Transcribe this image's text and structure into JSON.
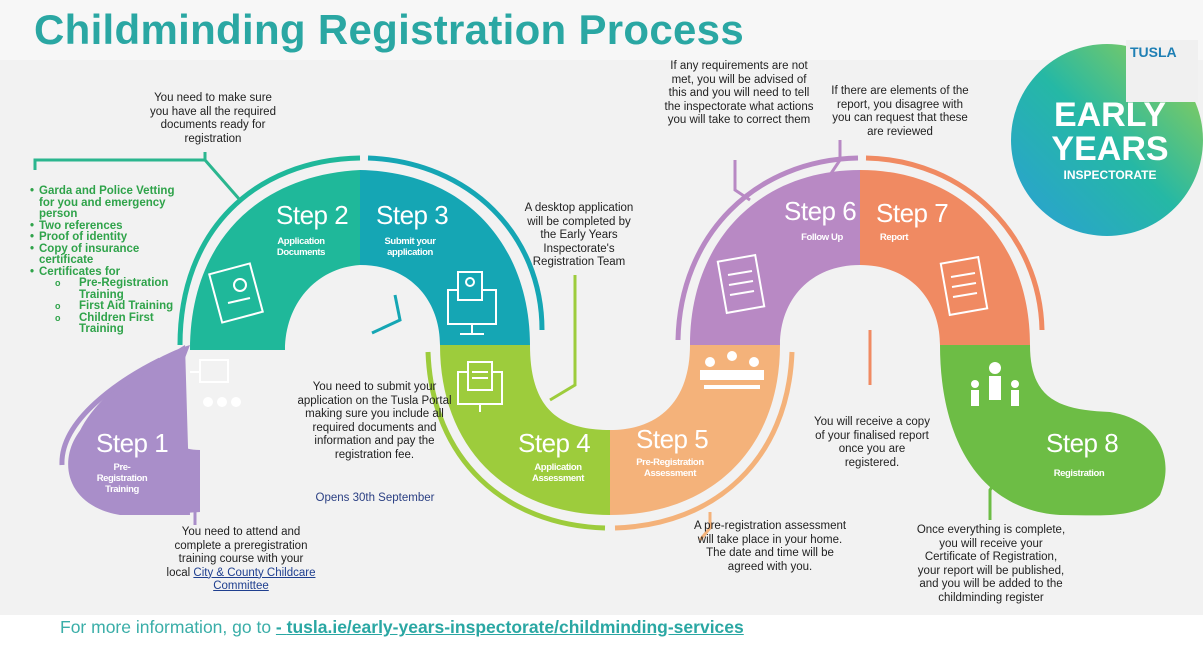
{
  "title": "Childminding Registration Process",
  "requirements": {
    "items": [
      "Garda and Police Vetting for you and emergency person",
      "Two references",
      "Proof of identity",
      "Copy of insurance certificate",
      "Certificates for"
    ],
    "certificates": [
      "Pre-Registration Training",
      "First Aid Training",
      "Children First Training"
    ]
  },
  "steps": [
    {
      "num": "Step 1",
      "name": "Pre-Registration Training",
      "color": "#a98ec9"
    },
    {
      "num": "Step 2",
      "name": "Application Documents",
      "color": "#1fb89a"
    },
    {
      "num": "Step 3",
      "name": "Submit your application",
      "color": "#15a6b4"
    },
    {
      "num": "Step 4",
      "name": "Application Assessment",
      "color": "#9dcc3c"
    },
    {
      "num": "Step 5",
      "name": "Pre-Registration Assessment",
      "color": "#f4b27a"
    },
    {
      "num": "Step 6",
      "name": "Follow Up",
      "color": "#b889c4"
    },
    {
      "num": "Step 7",
      "name": "Report",
      "color": "#f08a62"
    },
    {
      "num": "Step 8",
      "name": "Registration",
      "color": "#6dbd45"
    }
  ],
  "notes": {
    "step1_a": "You need to attend and complete a preregistration training course with your local",
    "step1_link": "City & County Childcare Committee",
    "step2": "You need to make sure you have all the required documents ready for registration",
    "step3": "You need to submit your application on the Tusla Portal making sure you include all required documents and information and pay the registration fee.",
    "step3_opens": "Opens 30th September",
    "step4": "A desktop application will be completed by the Early Years Inspectorate's Registration Team",
    "step5": "A pre-registration assessment will take place in your home. The date and time will be agreed with you.",
    "step6": "If any requirements are not met, you will be advised of this and you will need to tell the inspectorate what actions you will take to correct them",
    "step7": "If there are elements of the report, you disagree with you can request that these are reviewed",
    "step7b": "You will receive a copy of your finalised report once you are registered.",
    "step8": "Once everything is complete, you will receive your Certificate of Registration, your report will be published, and you will be added to the childminding register"
  },
  "footer": {
    "prefix": "For more information, go to ",
    "dash": "- ",
    "link": "tusla.ie/early-years-inspectorate/childminding-services"
  },
  "logo": {
    "brand": "TUSLA",
    "line1": "EARLY",
    "line2": "YEARS",
    "line3": "INSPECTORATE"
  },
  "colors": {
    "title": "#2aa7a3",
    "teal_line": "#2bb68f",
    "background_grey": "#f1f1f1"
  }
}
